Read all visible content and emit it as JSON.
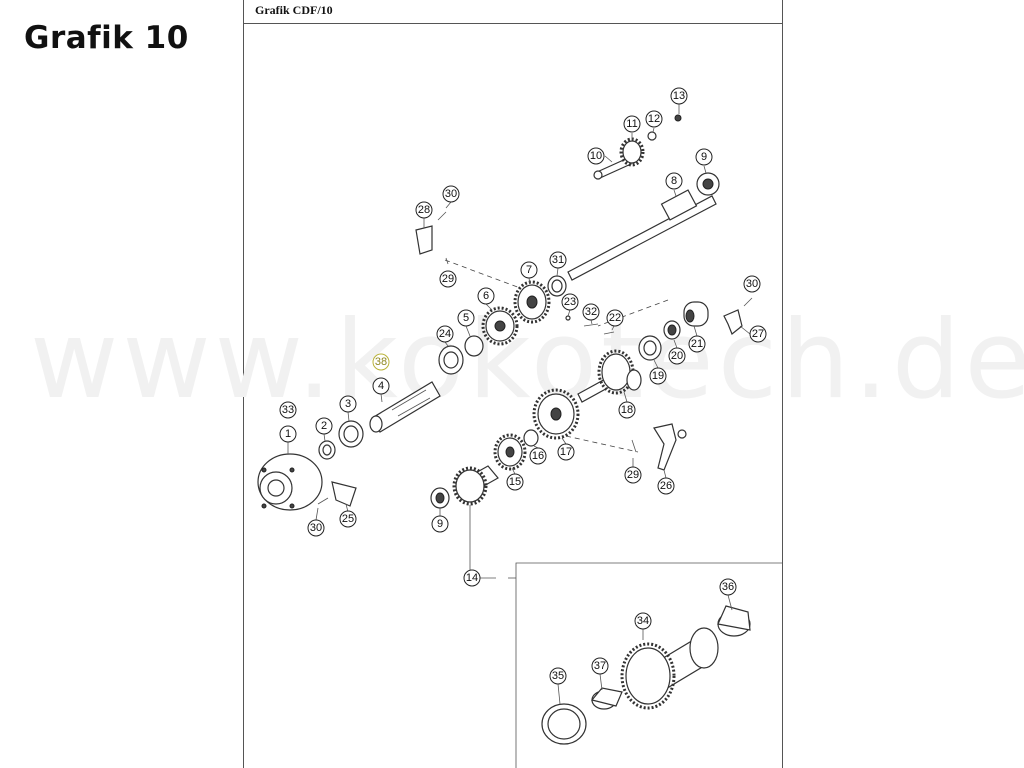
{
  "page": {
    "heading": "Grafik 10",
    "panel_title": "Grafik CDF/10",
    "watermark": "www.kokotech.de"
  },
  "callouts": {
    "c1": "1",
    "c2": "2",
    "c3": "3",
    "c4": "4",
    "c5": "5",
    "c6": "6",
    "c7": "7",
    "c8": "8",
    "c9a": "9",
    "c9b": "9",
    "c10": "10",
    "c11": "11",
    "c12": "12",
    "c13": "13",
    "c14": "14",
    "c15": "15",
    "c16": "16",
    "c17": "17",
    "c18": "18",
    "c19": "19",
    "c20": "20",
    "c21": "21",
    "c22": "22",
    "c23": "23",
    "c24": "24",
    "c25": "25",
    "c26": "26",
    "c27": "27",
    "c28": "28",
    "c29a": "29",
    "c29b": "29",
    "c30a": "30",
    "c30b": "30",
    "c30c": "30",
    "c31": "31",
    "c32": "32",
    "c33": "33",
    "c34": "34",
    "c35": "35",
    "c36": "36",
    "c37": "37",
    "c38": "38"
  },
  "colors": {
    "line": "#333333",
    "highlight": "#b9b238",
    "watermark": "#f1f1f1"
  }
}
